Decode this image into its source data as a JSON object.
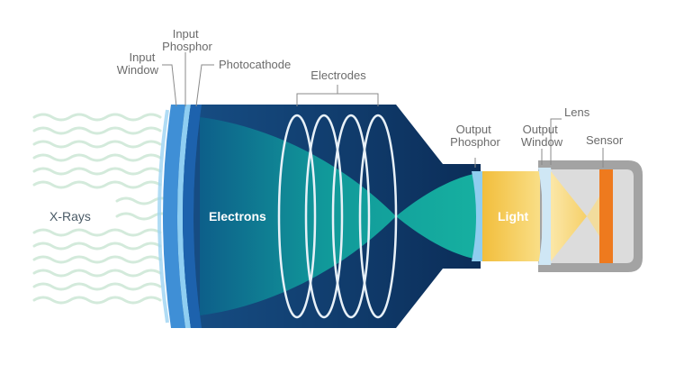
{
  "labels": {
    "input_window": [
      "Input",
      "Window"
    ],
    "input_phosphor": [
      "Input",
      "Phosphor"
    ],
    "photocathode": "Photocathode",
    "electrodes": "Electrodes",
    "output_phosphor": [
      "Output",
      "Phosphor"
    ],
    "output_window": [
      "Output",
      "Window"
    ],
    "lens": "Lens",
    "sensor": "Sensor",
    "xrays": "X-Rays",
    "electrons": "Electrons",
    "light": "Light"
  },
  "colors": {
    "xray_waves": "#cfe8d8",
    "tube_dark": "#0c2f5c",
    "tube_mid": "#174f86",
    "input_window": "#3f8fd6",
    "input_phosphor": "#7fc4ef",
    "photocathode": "#1d63ad",
    "electron_beam": "#13a69a",
    "electrode_ring": "#e8f1f8",
    "output_phosphor": "#8fcdef",
    "light": "#f5c64a",
    "output_window": "#cfe7f5",
    "lens_cone": "#f8dd8e",
    "housing": "#9b9b9b",
    "housing_inner": "#dadada",
    "sensor": "#ee7a1e"
  }
}
